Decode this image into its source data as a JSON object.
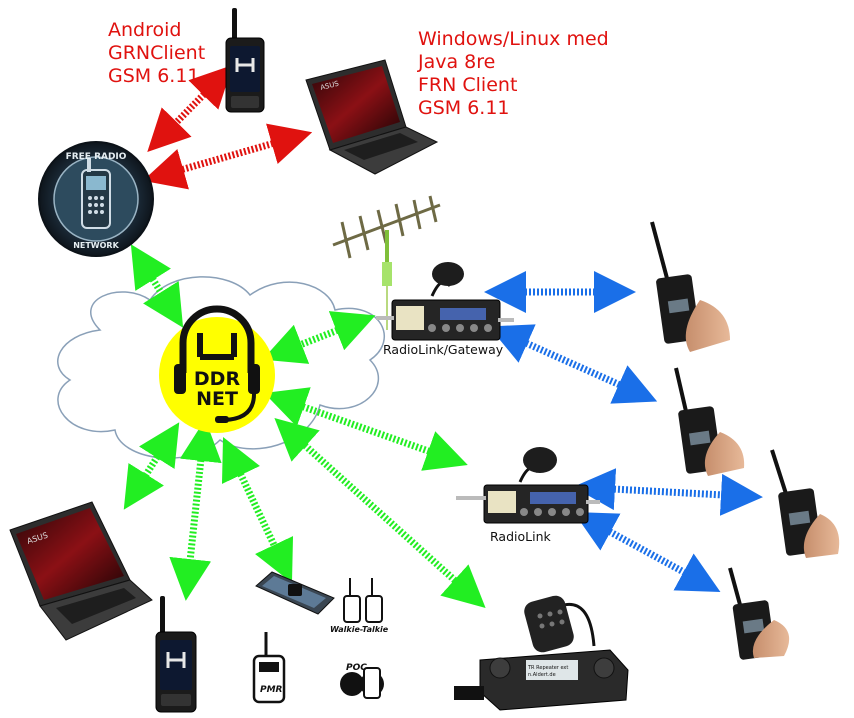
{
  "labels": {
    "android_lines": [
      "Android",
      "GRNClient",
      "GSM 6.11"
    ],
    "pc_lines": [
      "Windows/Linux med",
      "Java 8re",
      "FRN Client",
      "GSM 6.11"
    ],
    "gateway": "RadioLink/Gateway",
    "radiolink": "RadioLink"
  },
  "hub": {
    "lines": [
      "DDR",
      "NET"
    ],
    "fill": "#ffff00"
  },
  "frn_logo": {
    "top_text": "FREE RADIO",
    "bottom_text": "NETWORK"
  },
  "laptop_brand": "ASUS",
  "icon_labels": {
    "walkie": "Walkie-Talkie",
    "pmr": "PMR",
    "poc": "POC"
  },
  "mobile_display": [
    "TR Repeater ext",
    "n.Aldert.de"
  ],
  "colors": {
    "red_link": "#e0120f",
    "green_link": "#22ee22",
    "blue_link": "#1a6fe8",
    "cloud_stroke": "#8aa0b8"
  }
}
